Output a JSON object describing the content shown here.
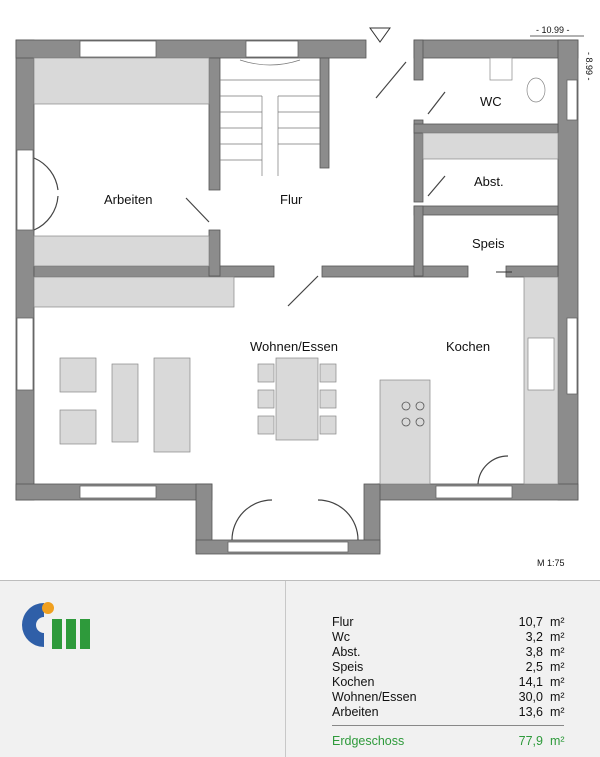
{
  "plan": {
    "dimension_width": "- 10.99 -",
    "dimension_height": "- 8.99 -",
    "scale": "M 1:75",
    "rooms": {
      "arbeiten": "Arbeiten",
      "flur": "Flur",
      "wc": "WC",
      "abst": "Abst.",
      "speis": "Speis",
      "wohnen": "Wohnen/Essen",
      "kochen": "Kochen"
    },
    "colors": {
      "wall": "#8c8c8c",
      "wall_edge": "#555555",
      "furniture": "#d9d9d9"
    }
  },
  "areas": {
    "rows": [
      {
        "name": "Flur",
        "value": "10,7",
        "unit": "m²"
      },
      {
        "name": "Wc",
        "value": "3,2",
        "unit": "m²"
      },
      {
        "name": "Abst.",
        "value": "3,8",
        "unit": "m²"
      },
      {
        "name": "Speis",
        "value": "2,5",
        "unit": "m²"
      },
      {
        "name": "Kochen",
        "value": "14,1",
        "unit": "m²"
      },
      {
        "name": "Wohnen/Essen",
        "value": "30,0",
        "unit": "m²"
      },
      {
        "name": "Arbeiten",
        "value": "13,6",
        "unit": "m²"
      }
    ],
    "total": {
      "name": "Erdgeschoss",
      "value": "77,9",
      "unit": "m²"
    }
  },
  "logo": {
    "colors": {
      "blue": "#2f5fa8",
      "green": "#2e9a3b",
      "orange": "#f0a020"
    }
  }
}
